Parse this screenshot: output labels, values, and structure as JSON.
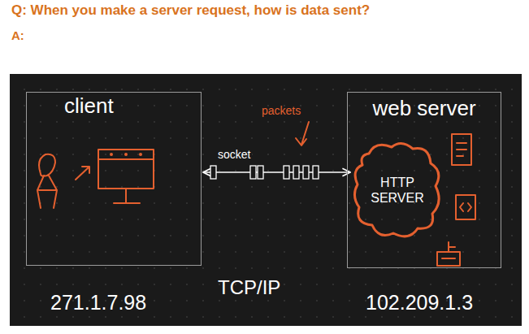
{
  "diagram": {
    "title": "Q: When you make a server request, how is data sent?",
    "nodes": [
      {
        "text": [
          "client"
        ]
      },
      {
        "text": [
          "web server"
        ]
      },
      {
        "text": [
          "HTTP SERVER"
        ],
        "in": 1
      }
    ],
    "edges": [
      {
        "from": 0,
        "to": 2,
        "arrow": "both",
        "label": "socket"
      }
    ],
    "labels": [
      "A:",
      "packets",
      "271.1.7.98",
      "TCP/IP",
      "102.209.1.3"
    ]
  }
}
